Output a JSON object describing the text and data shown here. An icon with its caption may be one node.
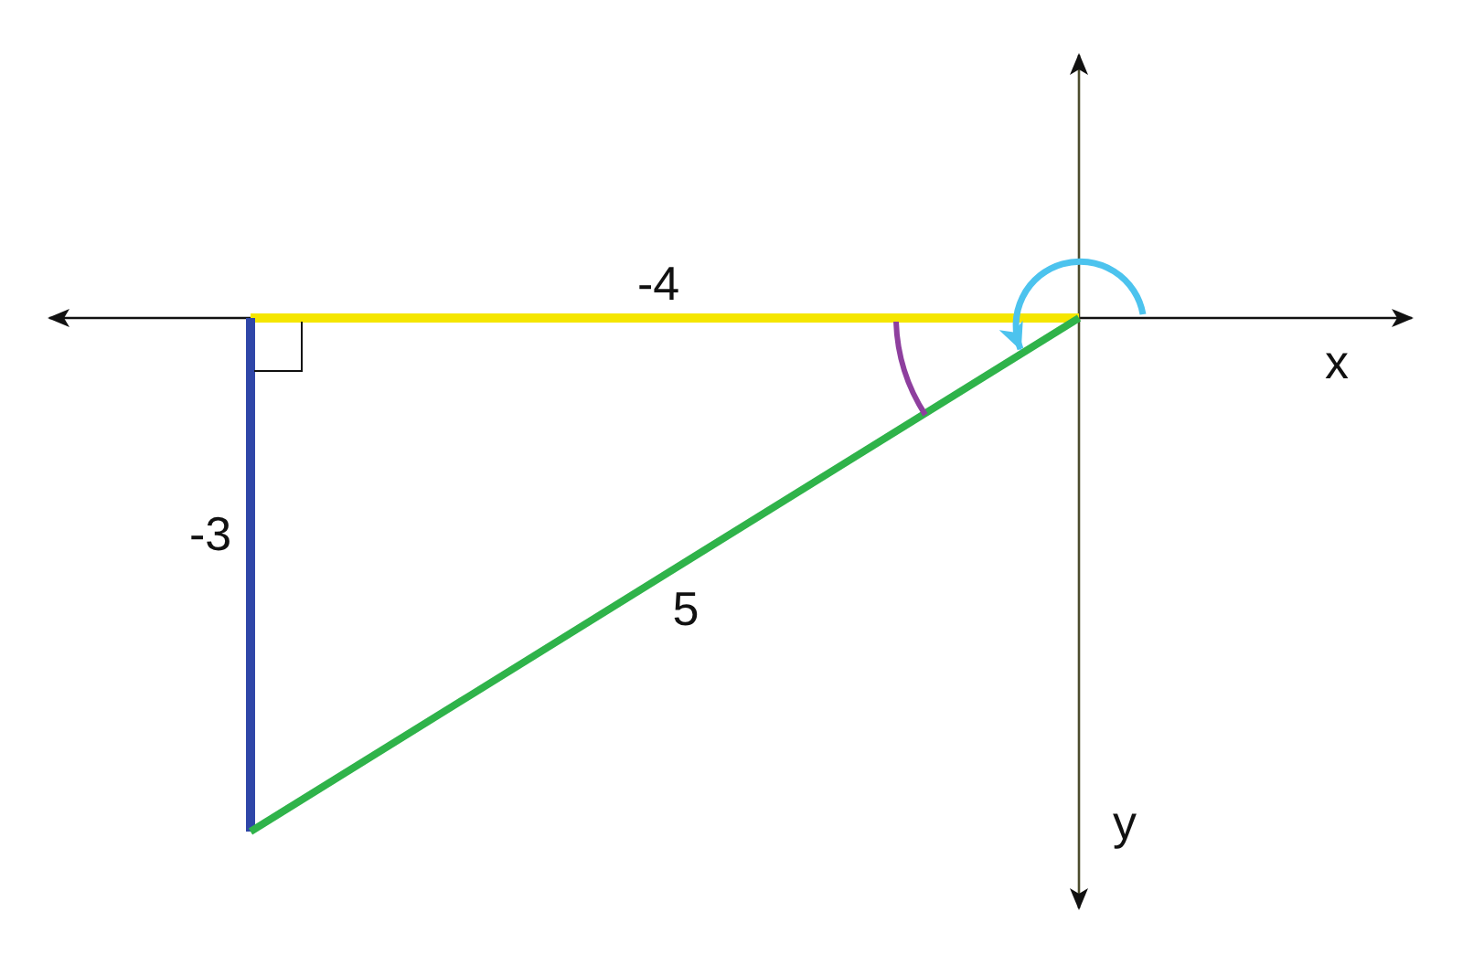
{
  "diagram": {
    "labels": [
      "-4",
      "x",
      "-3",
      "5",
      "y"
    ]
  }
}
